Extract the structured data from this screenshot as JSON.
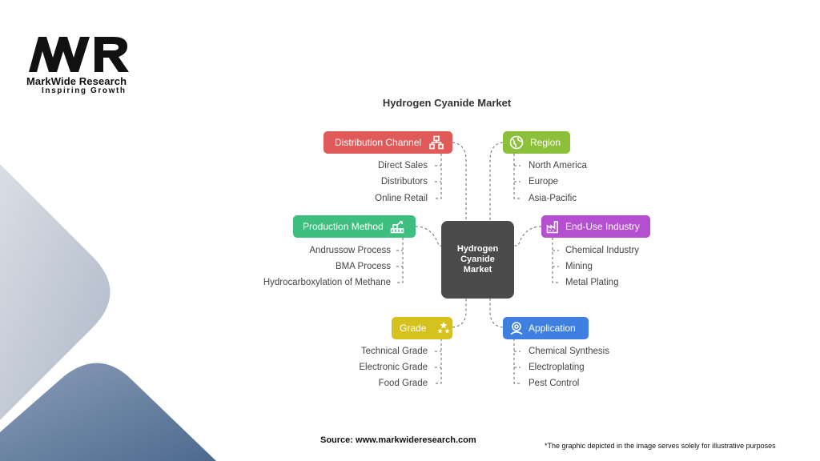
{
  "brand": {
    "logo_text": "MWR",
    "name": "MarkWide Research",
    "tagline": "Inspiring Growth"
  },
  "title": "Hydrogen Cyanide Market",
  "center": {
    "label": "Hydrogen Cyanide Market"
  },
  "categories": {
    "distribution_channel": {
      "label": "Distribution Channel",
      "color": "#e05a5a",
      "icon": "distribution-network-icon",
      "items": [
        "Direct Sales",
        "Distributors",
        "Online Retail"
      ]
    },
    "production_method": {
      "label": "Production Method",
      "color": "#3fbf7f",
      "icon": "factory-process-icon",
      "items": [
        "Andrussow Process",
        "BMA Process",
        "Hydrocarboxylation of Methane"
      ]
    },
    "grade": {
      "label": "Grade",
      "color": "#d6c21e",
      "icon": "stars-icon",
      "items": [
        "Technical Grade",
        "Electronic Grade",
        "Food Grade"
      ]
    },
    "region": {
      "label": "Region",
      "color": "#8cbf3a",
      "icon": "globe-icon",
      "items": [
        "North America",
        "Europe",
        "Asia-Pacific"
      ]
    },
    "end_use_industry": {
      "label": "End-Use Industry",
      "color": "#b44fd1",
      "icon": "industry-icon",
      "items": [
        "Chemical Industry",
        "Mining",
        "Metal Plating"
      ]
    },
    "application": {
      "label": "Application",
      "color": "#3f7fe0",
      "icon": "application-gear-icon",
      "items": [
        "Chemical Synthesis",
        "Electroplating",
        "Pest Control"
      ]
    }
  },
  "footer": {
    "source": "Source: www.markwideresearch.com",
    "note": "*The graphic depicted in the image serves solely for illustrative purposes"
  }
}
